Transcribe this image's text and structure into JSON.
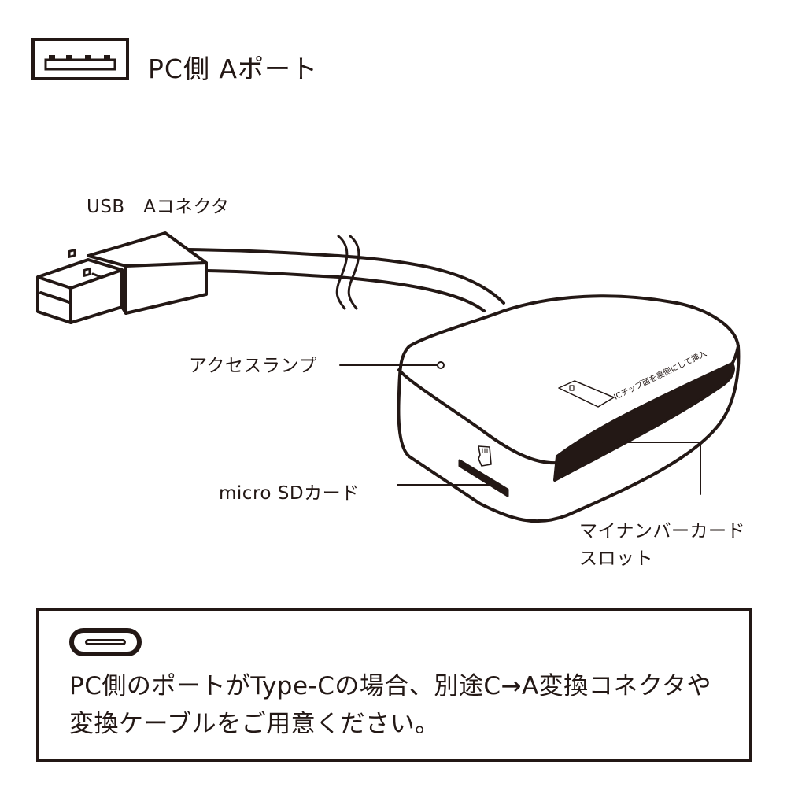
{
  "header": {
    "port_icon": "usb-a-port-icon",
    "title": "PC側 Aポート"
  },
  "diagram": {
    "labels": {
      "usb_connector": "USB　Aコネクタ",
      "access_lamp": "アクセスランプ",
      "micro_sd": "micro SDカード",
      "card_slot_line1": "マイナンバーカード",
      "card_slot_line2": "スロット"
    },
    "device_printed_text": "ICチップ面を裏側にして挿入",
    "icons": {
      "card": "ic-card-icon",
      "microsd": "microsd-card-icon"
    }
  },
  "notice": {
    "icon": "usb-type-c-port-icon",
    "line1": "PC側のポートがType-Cの場合、別途C→A変換コネクタや",
    "line2": "変換ケーブルをご用意ください。"
  },
  "colors": {
    "ink": "#231815",
    "background": "#ffffff"
  }
}
